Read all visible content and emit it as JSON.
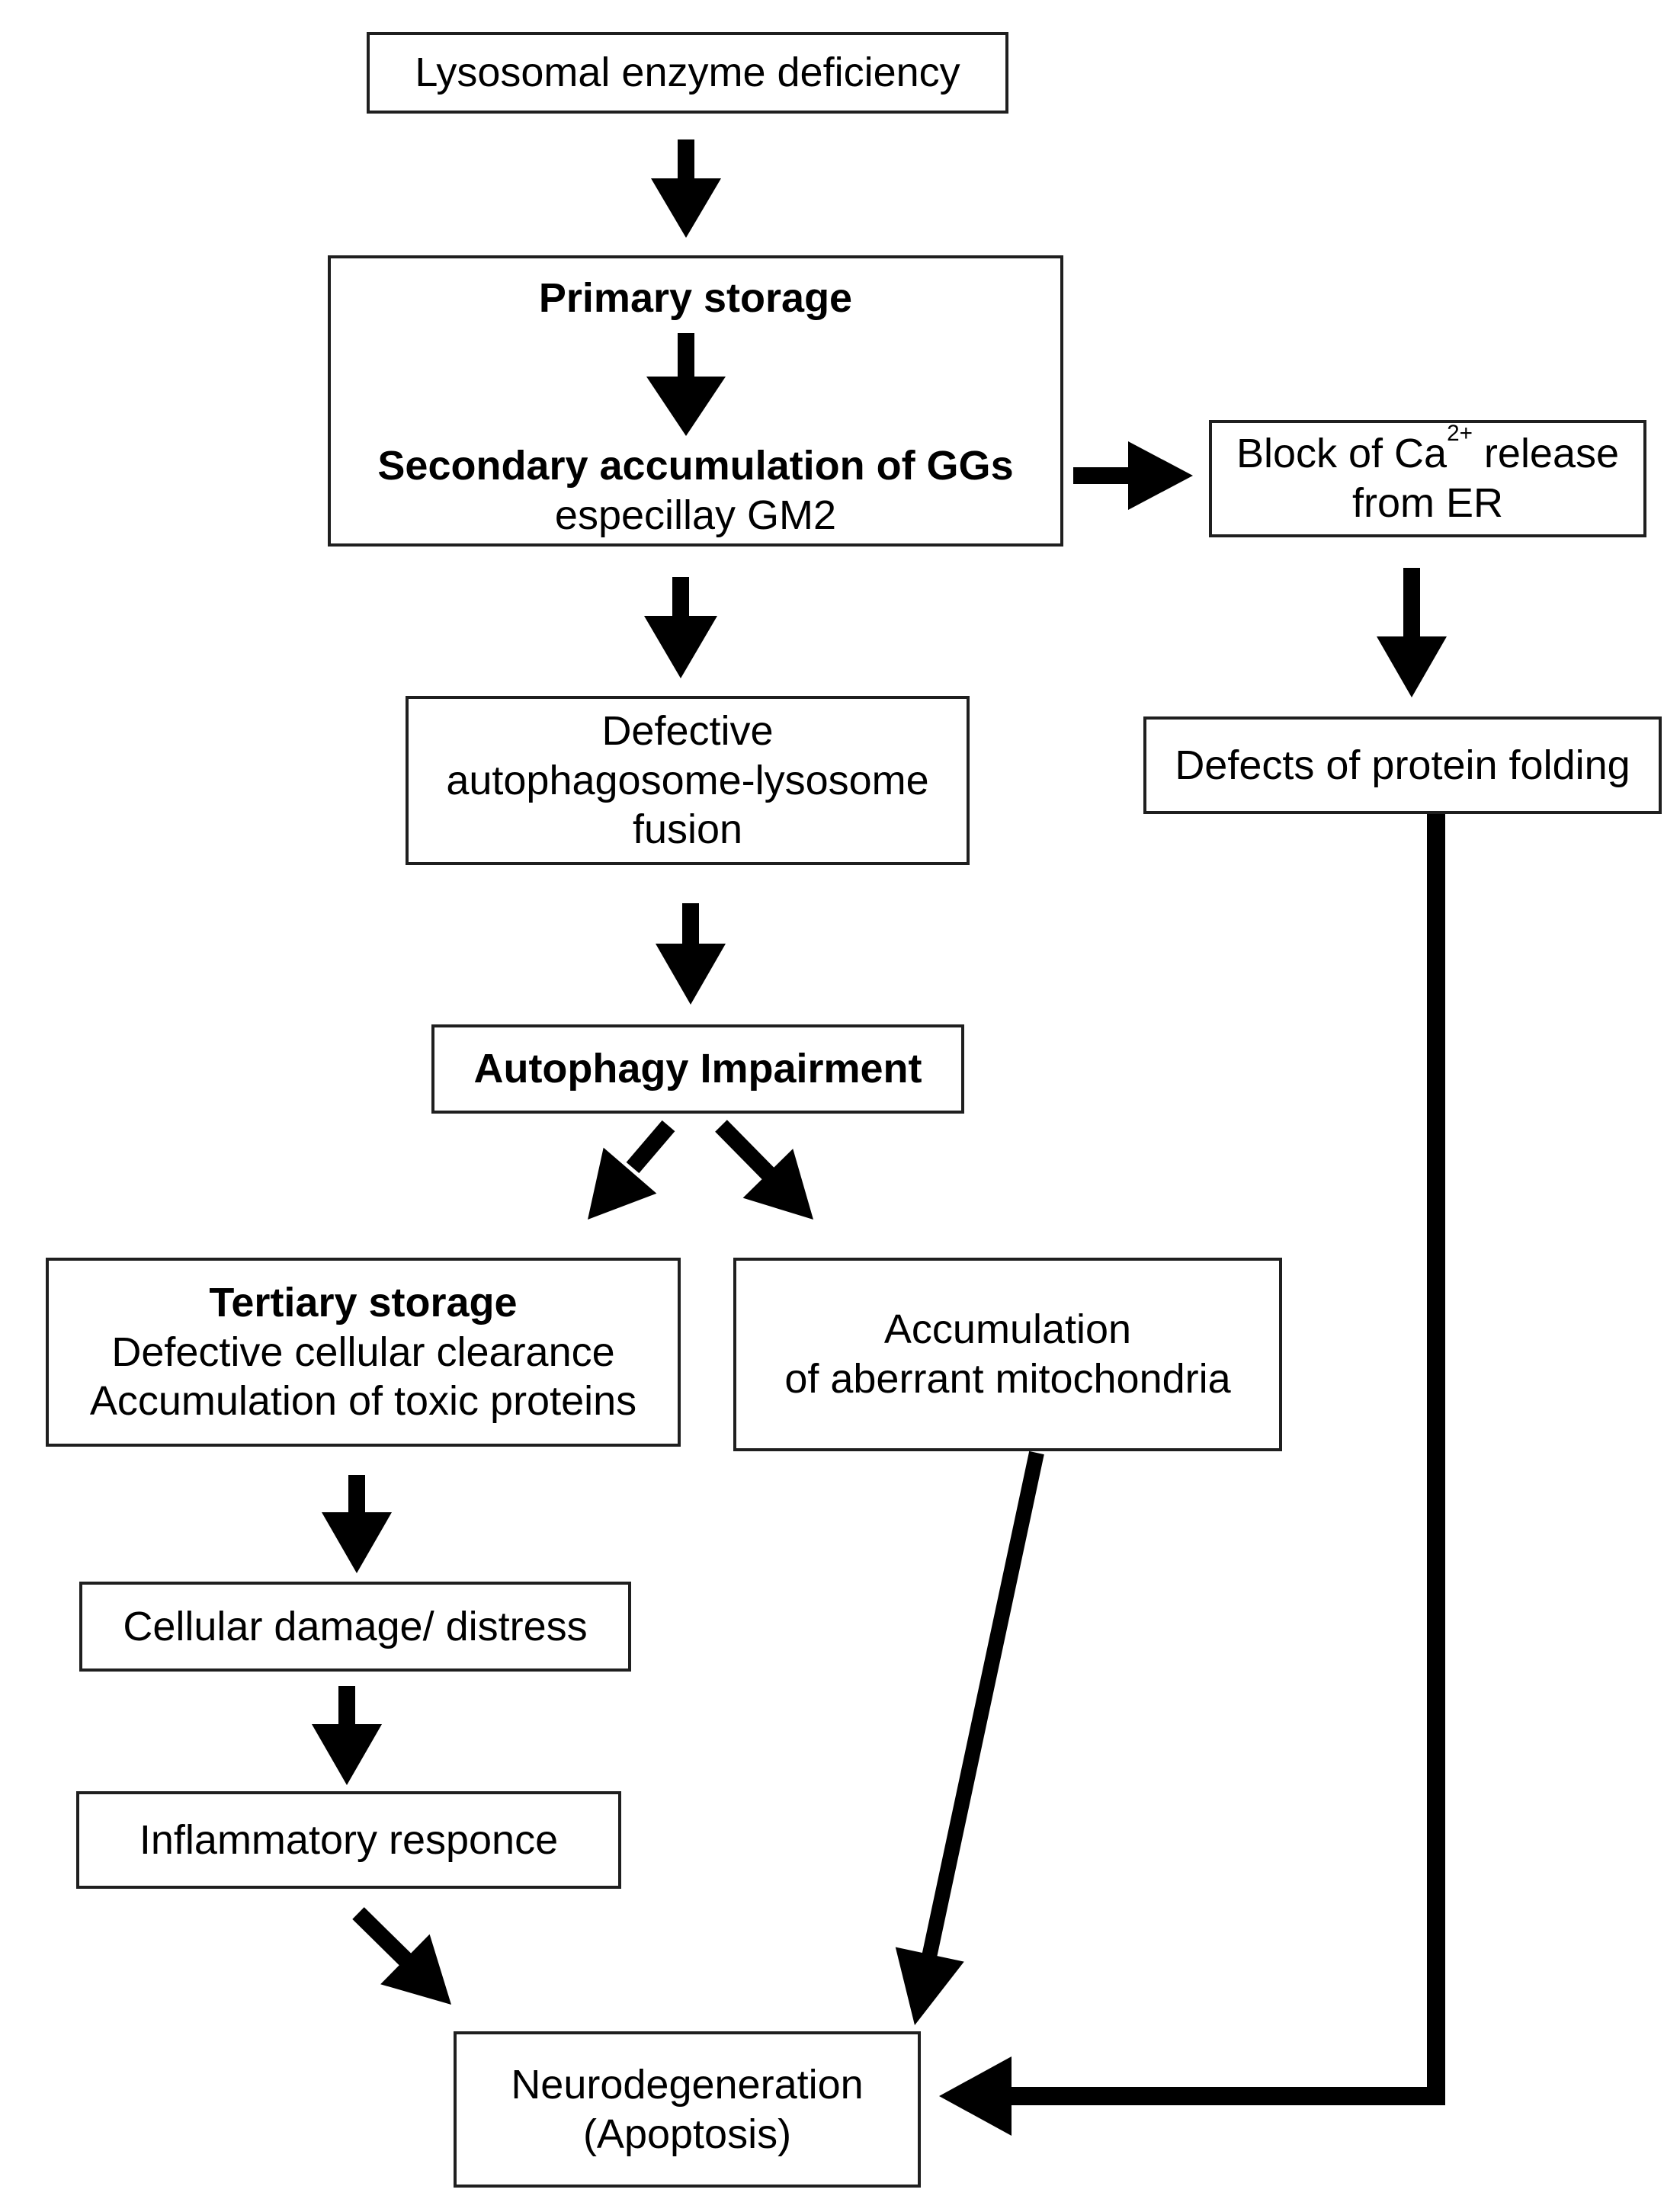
{
  "diagram": {
    "background_color": "#ffffff",
    "box_border_color": "#1f1f1f",
    "text_color": "#000000",
    "arrow_color": "#000000",
    "nodes": {
      "lysosomal_enzyme_deficiency": {
        "text": "Lysosomal enzyme deficiency"
      },
      "primary_storage": {
        "title": "Primary storage",
        "subtitle": "Secondary accumulation of GGs",
        "note": "especillay GM2"
      },
      "block_ca_release": {
        "text_pre_sup": "Block of Ca",
        "sup": "2+",
        "text_post_sup": " release",
        "line2": "from ER"
      },
      "defects_protein_folding": {
        "text": "Defects of protein folding"
      },
      "defective_fusion": {
        "line1": "Defective",
        "line2": "autophagosome-lysosome",
        "line3": "fusion"
      },
      "autophagy_impairment": {
        "text": "Autophagy Impairment"
      },
      "tertiary_storage": {
        "title": "Tertiary storage",
        "line2": "Defective cellular clearance",
        "line3": "Accumulation of toxic proteins"
      },
      "aberrant_mitochondria": {
        "line1": "Accumulation",
        "line2": "of aberrant mitochondria"
      },
      "cellular_damage": {
        "text": "Cellular damage/ distress"
      },
      "inflammatory_response": {
        "text": "Inflammatory responce"
      },
      "neurodegeneration": {
        "line1": "Neurodegeneration",
        "line2": "(Apoptosis)"
      }
    },
    "edges": [
      {
        "id": "e1",
        "from": "Lysosomal enzyme deficiency",
        "to": "Primary storage"
      },
      {
        "id": "e2",
        "from": "Primary storage",
        "to": "Secondary accumulation of GGs",
        "internal": true
      },
      {
        "id": "e3",
        "from": "Secondary accumulation of GGs",
        "to": "Block of Ca2+ release from ER"
      },
      {
        "id": "e4",
        "from": "Block of Ca2+ release from ER",
        "to": "Defects of protein folding"
      },
      {
        "id": "e5",
        "from": "Secondary accumulation of GGs",
        "to": "Defective autophagosome-lysosome fusion"
      },
      {
        "id": "e6",
        "from": "Defective autophagosome-lysosome fusion",
        "to": "Autophagy Impairment"
      },
      {
        "id": "e7",
        "from": "Autophagy Impairment",
        "to": "Tertiary storage"
      },
      {
        "id": "e8",
        "from": "Autophagy Impairment",
        "to": "Accumulation of aberrant mitochondria"
      },
      {
        "id": "e9",
        "from": "Tertiary storage",
        "to": "Cellular damage/ distress"
      },
      {
        "id": "e10",
        "from": "Cellular damage/ distress",
        "to": "Inflammatory responce"
      },
      {
        "id": "e11",
        "from": "Inflammatory responce",
        "to": "Neurodegeneration (Apoptosis)"
      },
      {
        "id": "e12",
        "from": "Accumulation of aberrant mitochondria",
        "to": "Neurodegeneration (Apoptosis)"
      },
      {
        "id": "e13",
        "from": "Defects of protein folding",
        "to": "Neurodegeneration (Apoptosis)"
      }
    ]
  }
}
